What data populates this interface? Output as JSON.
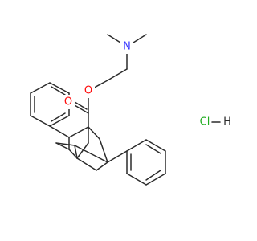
{
  "molecule": {
    "atoms": {
      "n": "N",
      "o_carbonyl": "O",
      "o_ester": "O",
      "hcl_cl": "Cl",
      "hcl_h": "H"
    },
    "colors": {
      "bond": "#2b2b2b",
      "nitrogen": "#3535ff",
      "oxygen": "#ff0d0d",
      "chlorine": "#1fad1f",
      "text": "#2b2b2b"
    }
  }
}
